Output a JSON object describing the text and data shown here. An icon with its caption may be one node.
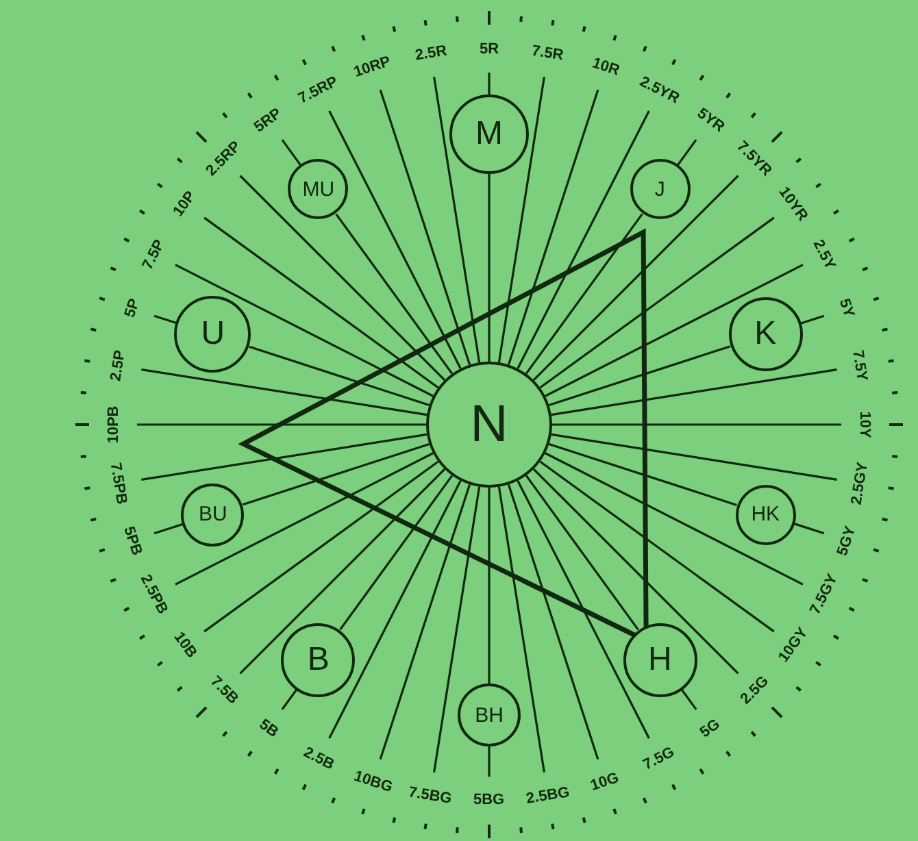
{
  "diagram": {
    "nodes": [
      {
        "text": [
          "N"
        ]
      },
      {
        "text": [
          "M"
        ]
      },
      {
        "text": [
          "J"
        ]
      },
      {
        "text": [
          "K"
        ]
      },
      {
        "text": [
          "HK"
        ]
      },
      {
        "text": [
          "H"
        ]
      },
      {
        "text": [
          "BH"
        ]
      },
      {
        "text": [
          "B"
        ]
      },
      {
        "text": [
          "BU"
        ]
      },
      {
        "text": [
          "U"
        ]
      },
      {
        "text": [
          "MU"
        ]
      },
      {
        "text": [
          "5R"
        ]
      },
      {
        "text": [
          "7.5R"
        ]
      },
      {
        "text": [
          "10R"
        ]
      },
      {
        "text": [
          "2.5YR"
        ]
      },
      {
        "text": [
          "5YR"
        ]
      },
      {
        "text": [
          "7.5YR"
        ]
      },
      {
        "text": [
          "10YR"
        ]
      },
      {
        "text": [
          "2.5Y"
        ]
      },
      {
        "text": [
          "5Y"
        ]
      },
      {
        "text": [
          "7.5Y"
        ]
      },
      {
        "text": [
          "10Y"
        ]
      },
      {
        "text": [
          "2.5GY"
        ]
      },
      {
        "text": [
          "5GY"
        ]
      },
      {
        "text": [
          "7.5GY"
        ]
      },
      {
        "text": [
          "10GY"
        ]
      },
      {
        "text": [
          "2.5G"
        ]
      },
      {
        "text": [
          "5G"
        ]
      },
      {
        "text": [
          "7.5G"
        ]
      },
      {
        "text": [
          "10G"
        ]
      },
      {
        "text": [
          "2.5BG"
        ]
      },
      {
        "text": [
          "5BG"
        ]
      },
      {
        "text": [
          "7.5BG"
        ]
      },
      {
        "text": [
          "10BG"
        ]
      },
      {
        "text": [
          "2.5B"
        ]
      },
      {
        "text": [
          "5B"
        ]
      },
      {
        "text": [
          "7.5B"
        ]
      },
      {
        "text": [
          "10B"
        ]
      },
      {
        "text": [
          "2.5PB"
        ]
      },
      {
        "text": [
          "5PB"
        ]
      },
      {
        "text": [
          "7.5PB"
        ]
      },
      {
        "text": [
          "10PB"
        ]
      },
      {
        "text": [
          "2.5P"
        ]
      },
      {
        "text": [
          "5P"
        ]
      },
      {
        "text": [
          "7.5P"
        ]
      },
      {
        "text": [
          "10P"
        ]
      },
      {
        "text": [
          "2.5RP"
        ]
      },
      {
        "text": [
          "5RP"
        ]
      },
      {
        "text": [
          "7.5RP"
        ]
      },
      {
        "text": [
          "10RP"
        ]
      },
      {
        "text": [
          "2.5R"
        ]
      }
    ],
    "edges": [
      {
        "from": 0,
        "to": 1,
        "arrow": "none"
      },
      {
        "from": 1,
        "to": 11,
        "arrow": "none"
      },
      {
        "from": 0,
        "to": 12,
        "arrow": "none"
      },
      {
        "from": 0,
        "to": 13,
        "arrow": "none"
      },
      {
        "from": 0,
        "to": 14,
        "arrow": "none"
      },
      {
        "from": 0,
        "to": 2,
        "arrow": "none"
      },
      {
        "from": 2,
        "to": 15,
        "arrow": "none"
      },
      {
        "from": 0,
        "to": 16,
        "arrow": "none"
      },
      {
        "from": 0,
        "to": 17,
        "arrow": "none"
      },
      {
        "from": 0,
        "to": 18,
        "arrow": "none"
      },
      {
        "from": 0,
        "to": 3,
        "arrow": "none"
      },
      {
        "from": 3,
        "to": 19,
        "arrow": "none"
      },
      {
        "from": 0,
        "to": 20,
        "arrow": "none"
      },
      {
        "from": 0,
        "to": 21,
        "arrow": "none"
      },
      {
        "from": 0,
        "to": 22,
        "arrow": "none"
      },
      {
        "from": 0,
        "to": 4,
        "arrow": "none"
      },
      {
        "from": 4,
        "to": 23,
        "arrow": "none"
      },
      {
        "from": 0,
        "to": 24,
        "arrow": "none"
      },
      {
        "from": 0,
        "to": 25,
        "arrow": "none"
      },
      {
        "from": 0,
        "to": 26,
        "arrow": "none"
      },
      {
        "from": 0,
        "to": 5,
        "arrow": "none"
      },
      {
        "from": 5,
        "to": 27,
        "arrow": "none"
      },
      {
        "from": 0,
        "to": 28,
        "arrow": "none"
      },
      {
        "from": 0,
        "to": 29,
        "arrow": "none"
      },
      {
        "from": 0,
        "to": 30,
        "arrow": "none"
      },
      {
        "from": 0,
        "to": 6,
        "arrow": "none"
      },
      {
        "from": 6,
        "to": 31,
        "arrow": "none"
      },
      {
        "from": 0,
        "to": 32,
        "arrow": "none"
      },
      {
        "from": 0,
        "to": 33,
        "arrow": "none"
      },
      {
        "from": 0,
        "to": 34,
        "arrow": "none"
      },
      {
        "from": 0,
        "to": 7,
        "arrow": "none"
      },
      {
        "from": 7,
        "to": 35,
        "arrow": "none"
      },
      {
        "from": 0,
        "to": 36,
        "arrow": "none"
      },
      {
        "from": 0,
        "to": 37,
        "arrow": "none"
      },
      {
        "from": 0,
        "to": 38,
        "arrow": "none"
      },
      {
        "from": 0,
        "to": 8,
        "arrow": "none"
      },
      {
        "from": 8,
        "to": 39,
        "arrow": "none"
      },
      {
        "from": 0,
        "to": 40,
        "arrow": "none"
      },
      {
        "from": 0,
        "to": 41,
        "arrow": "none"
      },
      {
        "from": 0,
        "to": 42,
        "arrow": "none"
      },
      {
        "from": 0,
        "to": 9,
        "arrow": "none"
      },
      {
        "from": 9,
        "to": 43,
        "arrow": "none"
      },
      {
        "from": 0,
        "to": 44,
        "arrow": "none"
      },
      {
        "from": 0,
        "to": 45,
        "arrow": "none"
      },
      {
        "from": 0,
        "to": 46,
        "arrow": "none"
      },
      {
        "from": 0,
        "to": 10,
        "arrow": "none"
      },
      {
        "from": 10,
        "to": 47,
        "arrow": "none"
      },
      {
        "from": 0,
        "to": 48,
        "arrow": "none"
      },
      {
        "from": 0,
        "to": 49,
        "arrow": "none"
      },
      {
        "from": 0,
        "to": 50,
        "arrow": "none"
      }
    ]
  }
}
